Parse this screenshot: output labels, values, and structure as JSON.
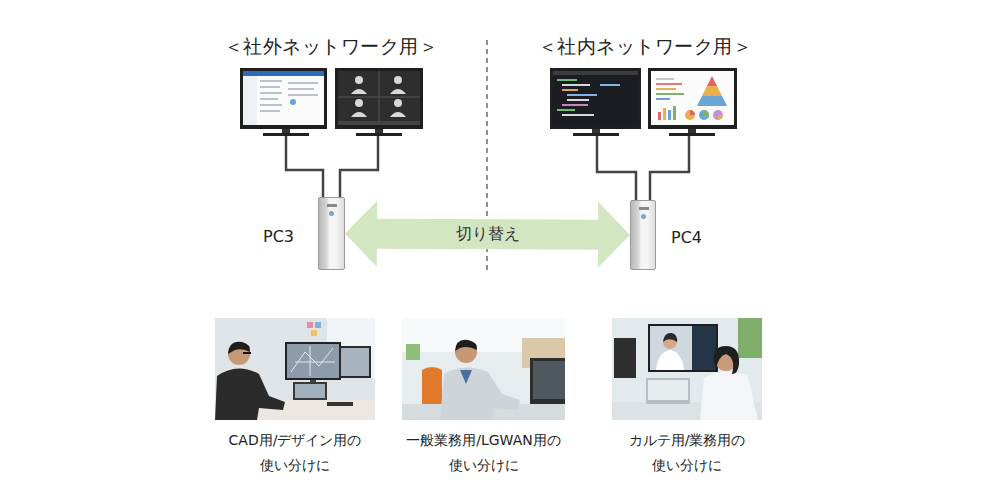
{
  "diagram": {
    "nodes": [
      {
        "text": [
          "PC3"
        ]
      },
      {
        "text": [
          "PC4"
        ]
      },
      {
        "text": [
          "CAD用/デザイン用の 使い分けに"
        ]
      },
      {
        "text": [
          "一般業務用/LGWAN用の 使い分けに"
        ]
      },
      {
        "text": [
          "カルテ用/業務用の 使い分けに"
        ]
      }
    ],
    "edges": [
      {
        "from": 0,
        "to": 1,
        "label": "切り替え",
        "arrow": "both"
      }
    ],
    "labels": [
      "＜社外ネットワーク用＞",
      "＜社内ネットワーク用＞"
    ]
  }
}
